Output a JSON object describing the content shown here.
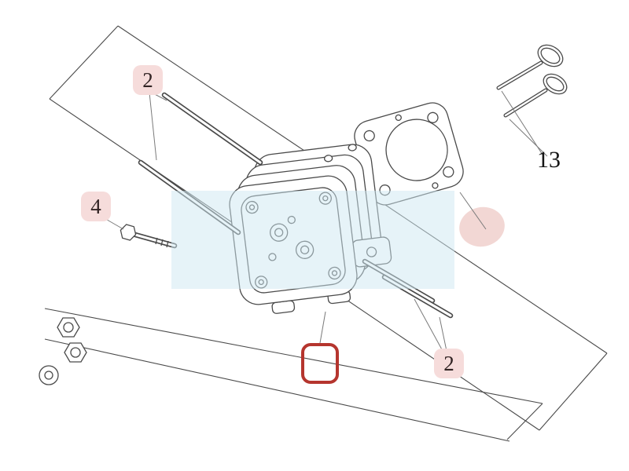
{
  "callouts": {
    "studs_top": {
      "label": "2"
    },
    "flange_bolt": {
      "label": "4"
    },
    "studs_bottom": {
      "label": "2"
    },
    "valves": {
      "label": "13"
    }
  },
  "markers": {
    "badge_background": "#f6dcdb",
    "badge_text_color": "#322424",
    "plain_label_color": "#141414",
    "selected_part_outline": "#b5352e",
    "highlight_band_fill": "#cde7f2",
    "hotspot_fill": "#f2d7d4",
    "line_color": "#4a4a4a",
    "leader_line_color": "#7a7a7a"
  }
}
